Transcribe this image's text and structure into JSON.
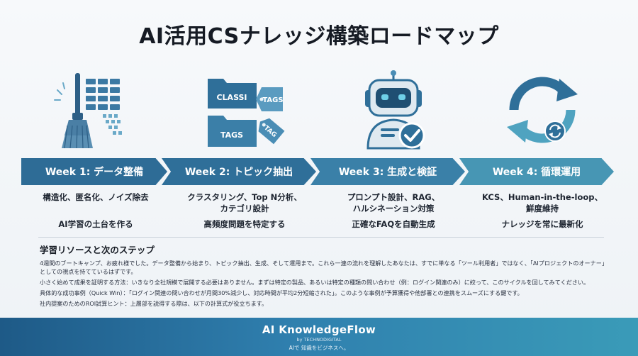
{
  "title": "AI活用CSナレッジ構築ロードマップ",
  "stages": [
    {
      "week": "Week 1: データ整備",
      "desc_lines": [
        "構造化、匿名化、ノイズ除去"
      ],
      "goal": "AI学習の土台を作る",
      "icon": "broom-table-icon",
      "color": "#2f6f99"
    },
    {
      "week": "Week 2: トピック抽出",
      "desc_lines": [
        "クラスタリング、Top N分析、",
        "カテゴリ設計"
      ],
      "goal": "高頻度問題を特定する",
      "icon": "folder-tags-icon",
      "color": "#2f6f99",
      "icon_labels": [
        "CLASSI",
        "TAGS",
        "TAGS",
        "TAG"
      ]
    },
    {
      "week": "Week 3: 生成と検証",
      "desc_lines": [
        "プロンプト設計、RAG、",
        "ハルシネーション対策"
      ],
      "goal": "正確なFAQを自動生成",
      "icon": "robot-check-icon",
      "color": "#3a80a8"
    },
    {
      "week": "Week 4: 循環運用",
      "desc_lines": [
        "KCS、Human-in-the-loop、",
        "鮮度維持"
      ],
      "goal": "ナレッジを常に最新化",
      "icon": "cycle-arrows-icon",
      "color": "#4796b4"
    }
  ],
  "resources": {
    "heading": "学習リソースと次のステップ",
    "paragraphs": [
      "4週間のブートキャンプ、お疲れ様でした。データ整備から始まり、トピック抽出、生成、そして運用まで。これら一連の流れを理解したあなたは、すでに単なる「ツール利用者」ではなく、「AIプロジェクトのオーナー」としての視点を持てているはずです。",
      "小さく始めて成果を証明する方法：いきなり全社規模で展開する必要はありません。まずは特定の製品、あるいは特定の種類の問い合わせ（例：ログイン関連のみ）に絞って、このサイクルを回してみてください。",
      "具体的な成功事例（Quick Win）：「ログイン関連の問い合わせが月間30%減少し、対応時間が平均2分短縮された」。このような事例が予算獲得や他部署との連携をスムーズにする鍵です。",
      "社内提案のためのROI試算ヒント：上層部を説得する際は、以下の計算式が役立ちます。"
    ]
  },
  "footer": {
    "brand": "AI KnowledgeFlow",
    "by": "by TECHNODIGITAL",
    "tagline": "AIで 知識をビジネスへ。"
  }
}
